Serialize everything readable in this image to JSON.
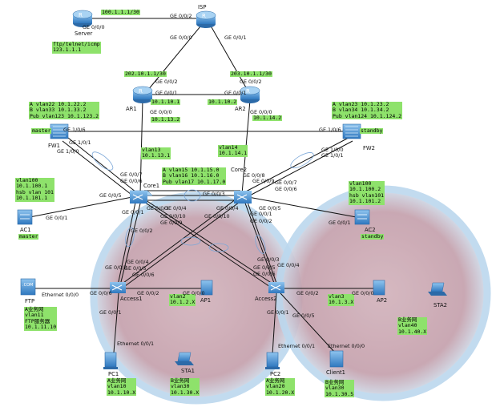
{
  "devices": {
    "server": "Server",
    "isp": "ISP",
    "ar1": "AR1",
    "ar2": "AR2",
    "fw1": "FW1",
    "fw2": "FW2",
    "core1": "Core1",
    "core2": "Core2",
    "ac1": "AC1",
    "ac2": "AC2",
    "access1": "Access1",
    "access2": "Access2",
    "ftp": "FTP",
    "ap1": "AP1",
    "ap2": "AP2",
    "pc1": "PC1",
    "sta1": "STA1",
    "pc2": "PC2",
    "client1": "Client1",
    "sta2": "STA2"
  },
  "boxes": {
    "server_ip": "100.1.1.1/30",
    "server_svc": "ftp/telnet/icmp\n123.1.1.1",
    "isp_ar1": "202.10.1.1/30",
    "isp_ar2": "203.10.1.1/30",
    "ar1_link": "10.1.10.1",
    "ar2_link": "10.1.10.2",
    "ar1_down": "10.1.13.2",
    "ar2_down": "10.1.14.2",
    "fw1": "A vlan22 10.1.22.2\nB vlan33 10.1.33.2\nPub vlan123 10.1.123.2",
    "fw2": "A vlan23 10.1.23.2\nB vlan34 10.1.34.2\nPub vlan124 10.1.124.2",
    "master": "master",
    "standby": "standby",
    "vlan13": "vlan13\n10.1.13.1",
    "vlan14": "vlan14\n10.1.14.1",
    "core1_vlans": "A vlan15 10.1.15.0\nB vlan16 10.1.16.0\nPub vlan17 10.1.17.0",
    "core1_mgmt": "vlan100\n10.1.100.1\nhsb vlan 101\n10.1.101.1",
    "core2_mgmt": "vlan100\n10.1.100.2\nhsb vlan101\n10.1.101.2",
    "ac1_role": "master",
    "ac2_role": "standby",
    "ftp_info": "A业务网\nvlan11\nFTP服务器\n10.1.11.10",
    "ap1_info": "vlan2\n10.1.2.X",
    "ap2_info": "vlan3\n10.1.3.X",
    "sta2_info": "B业务网\nvlan40\n10.1.40.X",
    "pc1_info": "A业务网\nvlan10\n10.1.10.X",
    "sta1_info": "B业务网\nvlan30\n10.1.30.X",
    "pc2_info": "A业务网\nvlan20\n10.1.20.X",
    "client1_info": "B业务网\nvlan30\n10.1.30.5"
  },
  "ports": {
    "srv_ge000": "GE 0/0/0",
    "isp_ge002": "GE 0/0/2",
    "isp_ge000": "GE 0/0/0",
    "isp_ge001": "GE 0/0/1",
    "ar1_ge002": "GE 0/0/2",
    "ar1_ge001": "GE 0/0/1",
    "ar1_ge000": "GE 0/0/0",
    "ar2_ge002": "GE 0/0/2",
    "ar2_ge001": "GE 0/0/1",
    "ar2_ge000": "GE 0/0/0",
    "fw1_ge106": "GE 1/0/6",
    "fw1_ge101": "GE 1/0/1",
    "fw1_ge100": "GE 1/0/0",
    "fw2_ge106": "GE 1/0/6",
    "fw2_ge100": "GE 1/0/0",
    "fw2_ge101": "GE 1/0/1",
    "c1_ge007": "GE 0/0/7",
    "c1_ge006": "GE 0/0/6",
    "c1_ge005": "GE 0/0/5",
    "c1_ge001": "GE 0/0/1",
    "c1_ge003": "GE 0/0/3",
    "c1_ge004": "GE 0/0/4",
    "c1_ge0010": "GE 0/0/10",
    "c1_ge009": "GE 0/0/9",
    "c1_ge002": "GE 0/0/2",
    "c2_ge008": "GE 0/0/8",
    "c2_ge009": "GE 0/0/9",
    "c2_ge007": "GE 0/0/7",
    "c2_ge006": "GE 0/0/6",
    "c2_ge005": "GE 0/0/5",
    "c2_ge003": "GE 0/0/3",
    "c2_ge004": "GE 0/0/4",
    "c2_ge0010": "GE 0/0/10",
    "c2_ge001": "GE 0/0/1",
    "c2_ge002": "GE 0/0/2",
    "ac1_ge001": "GE 0/0/1",
    "ac2_ge001": "GE 0/0/1",
    "a1_ge004": "GE 0/0/4",
    "a1_ge003": "GE 0/0/3",
    "a1_ge005": "GE 0/0/5",
    "a1_ge006": "GE 0/0/6",
    "a1_ge002": "GE 0/0/2",
    "a1_ge001": "GE 0/0/1",
    "a1_eth000": "Ethernet 0/0/0",
    "a2_ge003": "GE 0/0/3",
    "a2_ge004": "GE 0/0/4",
    "a2_ge005": "GE 0/0/5",
    "a2_ge006": "GE 0/0/6",
    "a2_ge002": "GE 0/0/2",
    "a2_ge001": "GE 0/0/1",
    "a2_ge0005": "GE 0/0/5",
    "ap1_ge000": "GE 0/0/0",
    "ap2_ge000": "GE 0/0/0",
    "pc1_eth001": "Ethernet 0/0/1",
    "pc2_eth001": "Ethernet 0/0/1",
    "client_eth000": "Ethernet 0/0/0"
  },
  "colors": {
    "label_bg": "#8ee26b",
    "circle_fill": "#c8a9b3",
    "circle_stroke": "#b7d4ea",
    "router": "#4a90c8",
    "switch": "#3a86c8"
  }
}
